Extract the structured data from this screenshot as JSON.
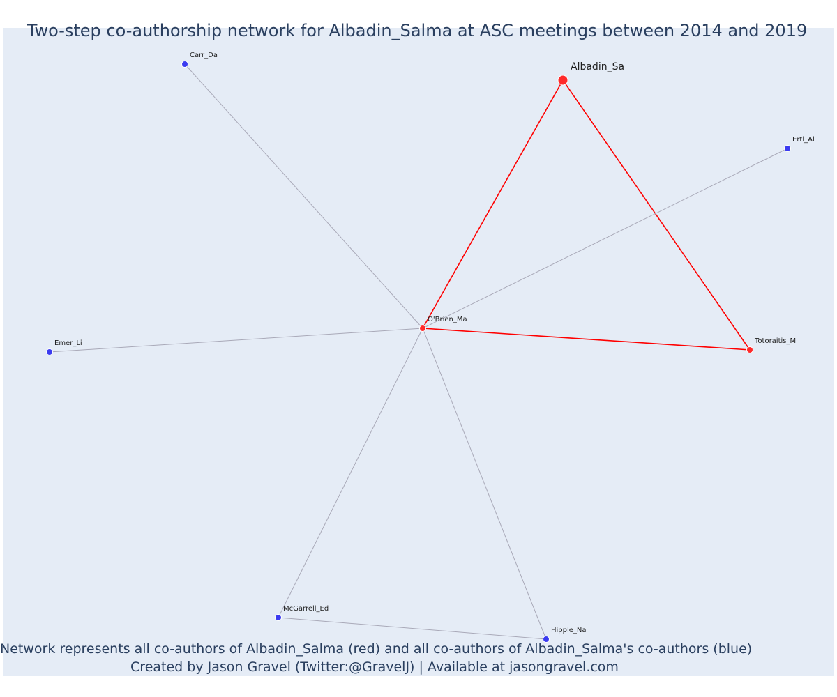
{
  "title": "Two-step co-authorship network for Albadin_Salma at ASC meetings between 2014 and 2019",
  "footer": {
    "line1": "Network represents all co-authors of Albadin_Salma (red) and all co-authors of Albadin_Salma's co-authors (blue)",
    "line2": "Created by Jason Gravel (Twitter:@GravelJ) | Available at jasongravel.com"
  },
  "colors": {
    "plot_bg": "#e5ecf6",
    "first_step": "#ff2a2a",
    "second_step": "#3b3bf0",
    "red_edge": "#ff0000",
    "grey_edge": "#a9a9b8"
  },
  "nodes": [
    {
      "id": "Albadin_Sa",
      "label": "Albadin_Sa",
      "group": "focal"
    },
    {
      "id": "OBrien_Ma",
      "label": "O'Brien_Ma",
      "group": "first_step"
    },
    {
      "id": "Totoraitis_Mi",
      "label": "Totoraitis_Mi",
      "group": "first_step"
    },
    {
      "id": "Carr_Da",
      "label": "Carr_Da",
      "group": "second_step"
    },
    {
      "id": "Ertl_Al",
      "label": "Ertl_Al",
      "group": "second_step"
    },
    {
      "id": "Emer_Li",
      "label": "Emer_Li",
      "group": "second_step"
    },
    {
      "id": "McGarrell_Ed",
      "label": "McGarrell_Ed",
      "group": "second_step"
    },
    {
      "id": "Hipple_Na",
      "label": "Hipple_Na",
      "group": "second_step"
    }
  ],
  "edges": [
    {
      "source": "Albadin_Sa",
      "target": "OBrien_Ma",
      "type": "first_step"
    },
    {
      "source": "Albadin_Sa",
      "target": "Totoraitis_Mi",
      "type": "first_step"
    },
    {
      "source": "OBrien_Ma",
      "target": "Totoraitis_Mi",
      "type": "first_step"
    },
    {
      "source": "OBrien_Ma",
      "target": "Carr_Da",
      "type": "second_step"
    },
    {
      "source": "OBrien_Ma",
      "target": "Ertl_Al",
      "type": "second_step"
    },
    {
      "source": "OBrien_Ma",
      "target": "Emer_Li",
      "type": "second_step"
    },
    {
      "source": "OBrien_Ma",
      "target": "McGarrell_Ed",
      "type": "second_step"
    },
    {
      "source": "OBrien_Ma",
      "target": "Hipple_Na",
      "type": "second_step"
    },
    {
      "source": "McGarrell_Ed",
      "target": "Hipple_Na",
      "type": "second_step"
    }
  ]
}
